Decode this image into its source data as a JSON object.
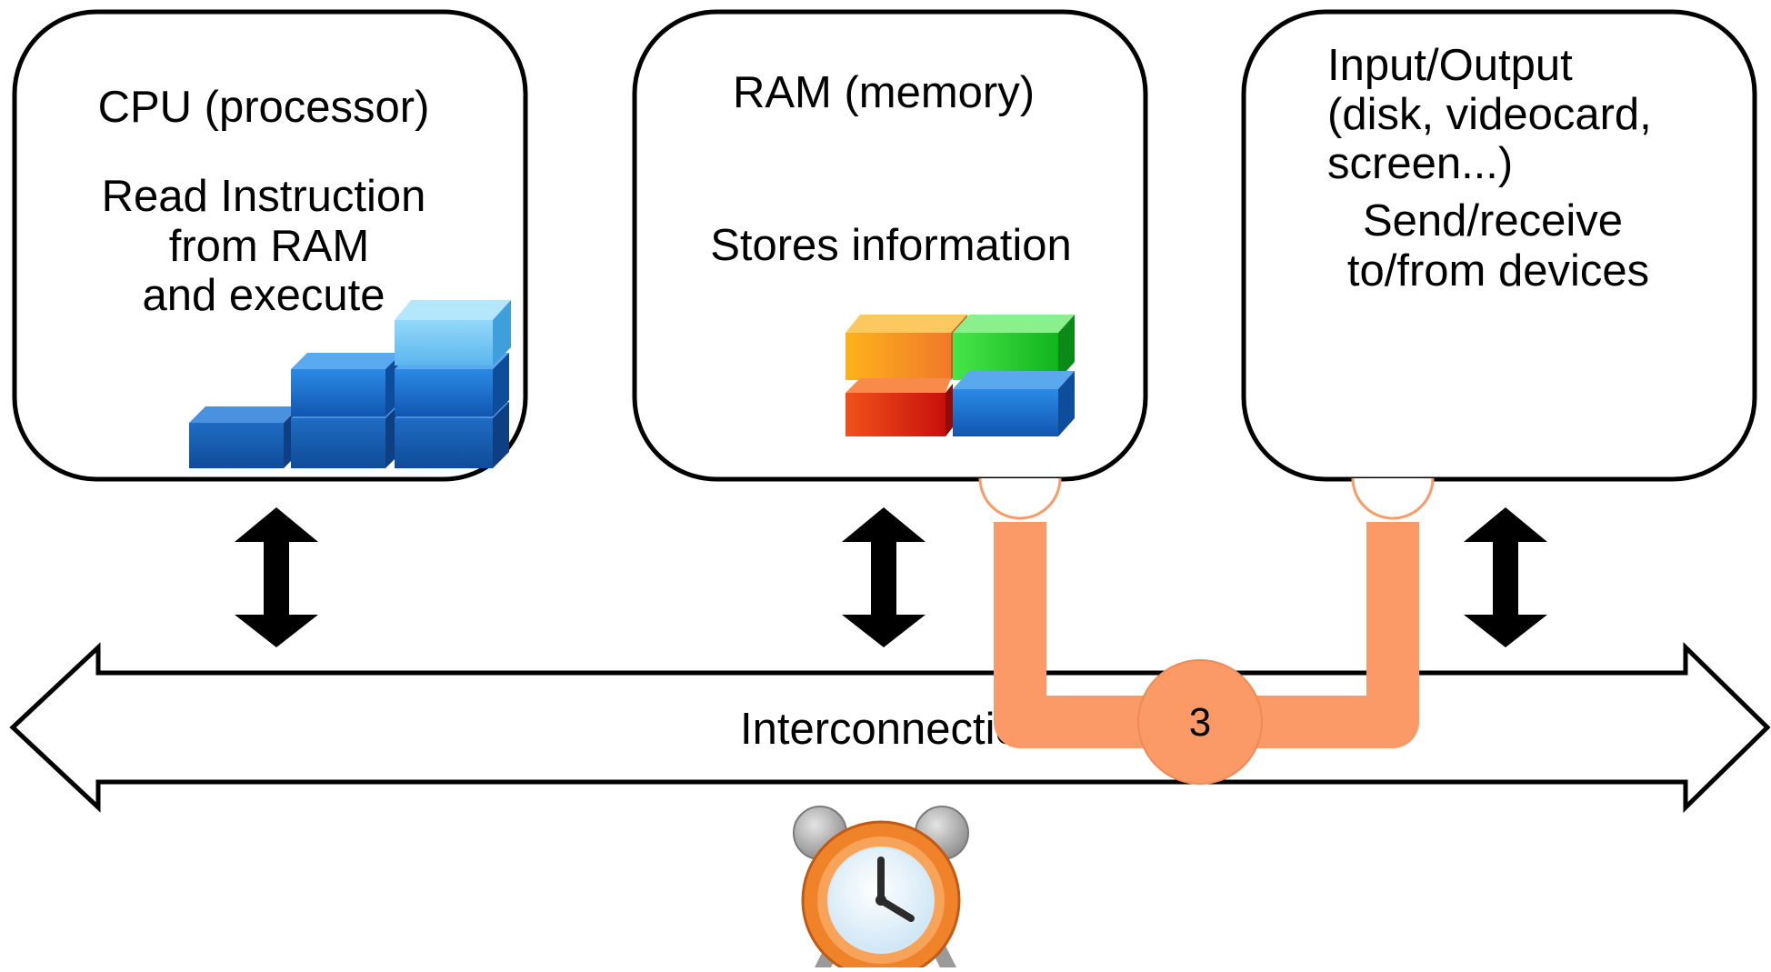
{
  "cpu": {
    "title": "CPU (processor)",
    "desc": [
      "Read Instruction",
      "from RAM",
      "and execute"
    ]
  },
  "ram": {
    "title": "RAM (memory)",
    "desc": "Stores information"
  },
  "io": {
    "title": [
      "Input/Output",
      "(disk, videocard,",
      "screen...)"
    ],
    "desc": [
      "Send/receive",
      "to/from devices"
    ]
  },
  "bus": {
    "label": "Interconnection"
  },
  "annotation": {
    "number": "3",
    "color": "#fc9a67"
  },
  "icons": {
    "cpu": "stacked-blue-blocks-icon",
    "ram": "colored-blocks-icon",
    "clock": "alarm-clock-icon"
  },
  "colors": {
    "blue_block": "#1f78d6",
    "light_blue_block": "#69c2f4",
    "orange_block": "#f79a1e",
    "green_block": "#2fd63a",
    "red_block": "#e8340e",
    "clock_orange": "#f0832a"
  }
}
